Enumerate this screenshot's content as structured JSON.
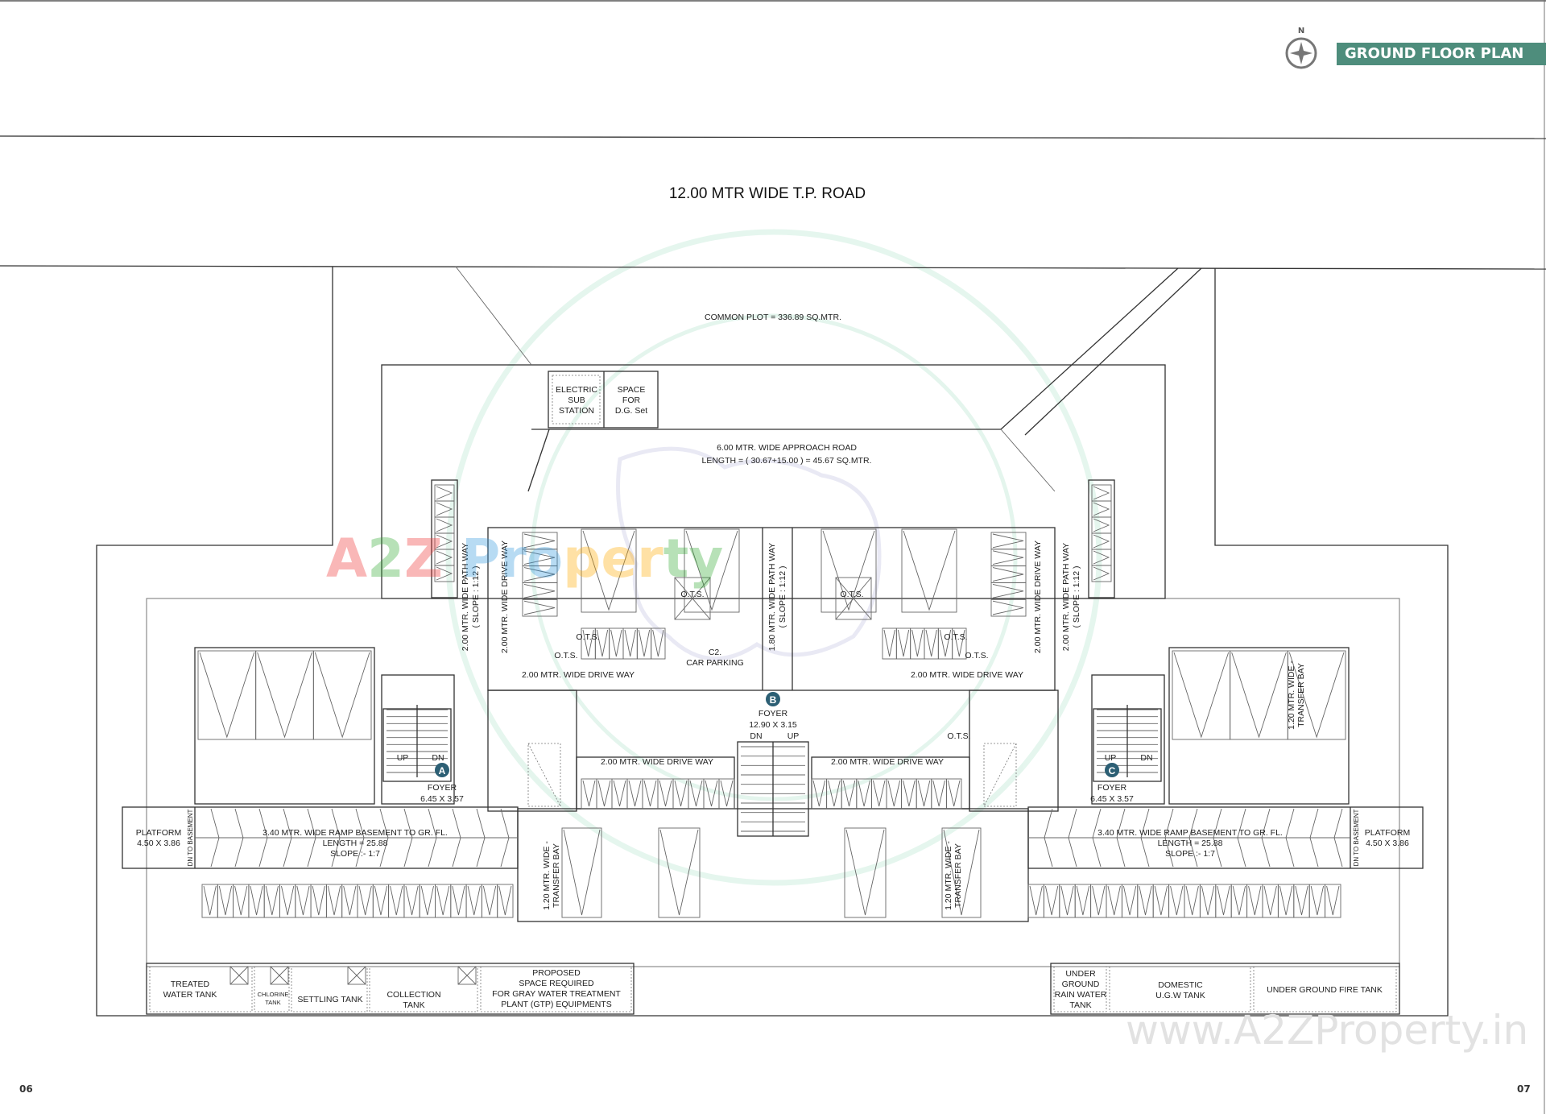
{
  "header": {
    "compass_label": "N",
    "title": "GROUND FLOOR PLAN",
    "accent_color": "#4e8d7c"
  },
  "page_numbers": {
    "left": "06",
    "right": "07"
  },
  "watermark": {
    "site": "www.A2ZProperty.in",
    "logo": "A2Z Property"
  },
  "plan": {
    "road": "12.00 MTR WIDE T.P. ROAD",
    "common_plot": "COMMON PLOT = 336.89 SQ.MTR.",
    "electric": [
      "ELECTRIC",
      "SUB",
      "STATION"
    ],
    "dg_set": [
      "SPACE",
      "FOR",
      "D.G. Set"
    ],
    "approach_road": [
      "6.00 MTR.  WIDE   APPROACH ROAD",
      "LENGTH = ( 30.67+15.00 ) =  45.67 SQ.MTR."
    ],
    "path_way_left": [
      "2.00 MTR. WIDE PATH WAY",
      "( SLOPE : 1:12 )"
    ],
    "path_way_center": [
      "1.80 MTR. WIDE PATH WAY",
      "( SLOPE : 1:12 )"
    ],
    "path_way_right": [
      "2.00 MTR. WIDE PATH WAY",
      "( SLOPE : 1:12 )"
    ],
    "drive_way": "2.00 MTR. WIDE DRIVE WAY",
    "ots": "O.T.S.",
    "car_parking": [
      "C2.",
      "CAR PARKING"
    ],
    "foyers": [
      {
        "badge": "A",
        "label": "FOYER",
        "size": "6.45 X 3.57",
        "up": "UP",
        "dn": "DN"
      },
      {
        "badge": "B",
        "label": "FOYER",
        "size": "12.90 X 3.15",
        "up": "UP",
        "dn": "DN"
      },
      {
        "badge": "C",
        "label": "FOYER",
        "size": "6.45 X 3.57",
        "up": "UP",
        "dn": "DN"
      }
    ],
    "platform": [
      "PLATFORM",
      "4.50 X 3.86"
    ],
    "dn_to_basement": "DN TO BASEMENT",
    "ramp": [
      "3.40 MTR. WIDE RAMP BASEMENT TO GR. FL.",
      "LENGTH = 25.88",
      "SLOPE :- 1:7"
    ],
    "transfer_bay": [
      "1.20 MTR. WIDE -",
      "TRANSFER BAY"
    ],
    "tanks_left": {
      "treated": [
        "TREATED",
        "WATER TANK"
      ],
      "chlorine": [
        "CHLORINE",
        "TANK"
      ],
      "settling": "SETTLING TANK",
      "collection": [
        "COLLECTION",
        "TANK"
      ],
      "gtp": [
        "PROPOSED",
        "SPACE REQUIRED",
        "FOR GRAY WATER TREATMENT",
        "PLANT (GTP) EQUIPMENTS"
      ]
    },
    "tanks_right": {
      "rain": [
        "UNDER",
        "GROUND",
        "RAIN WATER",
        "TANK"
      ],
      "domestic": [
        "DOMESTIC",
        "U.G.W TANK"
      ],
      "fire": "UNDER GROUND FIRE TANK"
    }
  }
}
